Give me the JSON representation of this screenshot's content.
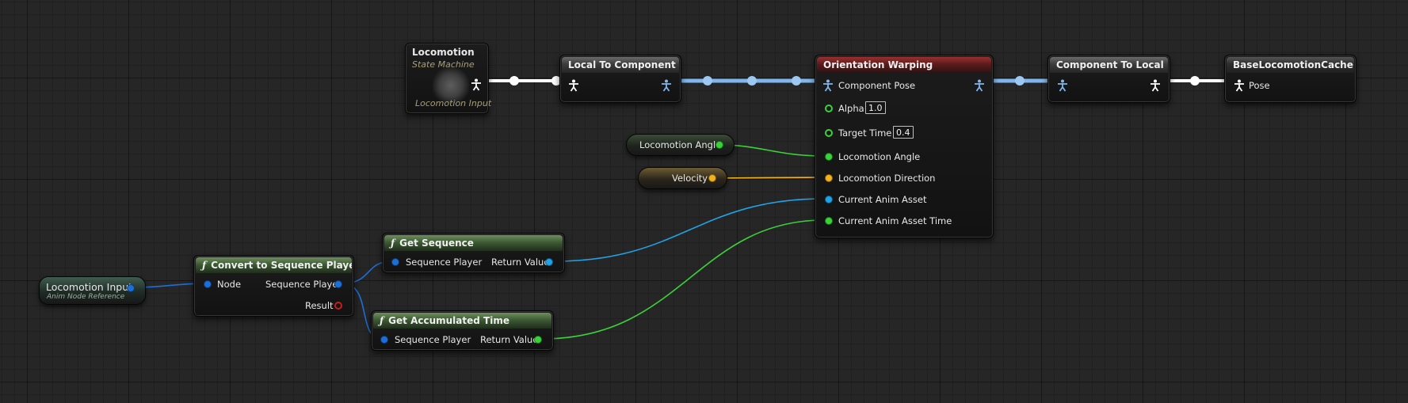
{
  "colors": {
    "pose_wire": "#ffffff",
    "component_wire": "#7fb6ee",
    "float_wire": "#3ad13a",
    "vector_wire": "#f2b21c",
    "object_wire": "#1fa2e6",
    "struct_wire": "#1d6fd6"
  },
  "nodes": {
    "locomotion_state_machine": {
      "title": "Locomotion",
      "subtitle": "State Machine",
      "footer": "Locomotion Input",
      "output_icon": "pose-icon"
    },
    "local_to_component": {
      "title": "Local To Component",
      "icons": [
        "pose-icon",
        "component-pose-icon"
      ]
    },
    "orientation_warping": {
      "title": "Orientation Warping",
      "pins": {
        "component_pose": "Component Pose",
        "alpha": "Alpha",
        "alpha_value": "1.0",
        "target_time": "Target Time",
        "target_time_value": "0.4",
        "locomotion_angle": "Locomotion Angle",
        "locomotion_direction": "Locomotion Direction",
        "current_anim_asset": "Current Anim Asset",
        "current_anim_asset_time": "Current Anim Asset Time"
      }
    },
    "component_to_local": {
      "title": "Component To Local",
      "icons": [
        "component-pose-icon",
        "pose-icon"
      ]
    },
    "base_locomotion_cache": {
      "title": "BaseLocomotionCache",
      "pose_label": "Pose"
    },
    "locomotion_angle_var": {
      "label": "Locomotion Angle"
    },
    "velocity_var": {
      "label": "Velocity"
    },
    "locomotion_input_var": {
      "label": "Locomotion Input",
      "subtitle": "Anim Node Reference"
    },
    "convert_to_sequence_player": {
      "glyph": "ƒ",
      "title": "Convert to Sequence Player",
      "node_pin": "Node",
      "sequence_player_pin": "Sequence Player",
      "result_pin": "Result"
    },
    "get_sequence": {
      "glyph": "ƒ",
      "title": "Get Sequence",
      "sequence_player_pin": "Sequence Player",
      "return_value_pin": "Return Value"
    },
    "get_accumulated_time": {
      "glyph": "ƒ",
      "title": "Get Accumulated Time",
      "sequence_player_pin": "Sequence Player",
      "return_value_pin": "Return Value"
    }
  }
}
